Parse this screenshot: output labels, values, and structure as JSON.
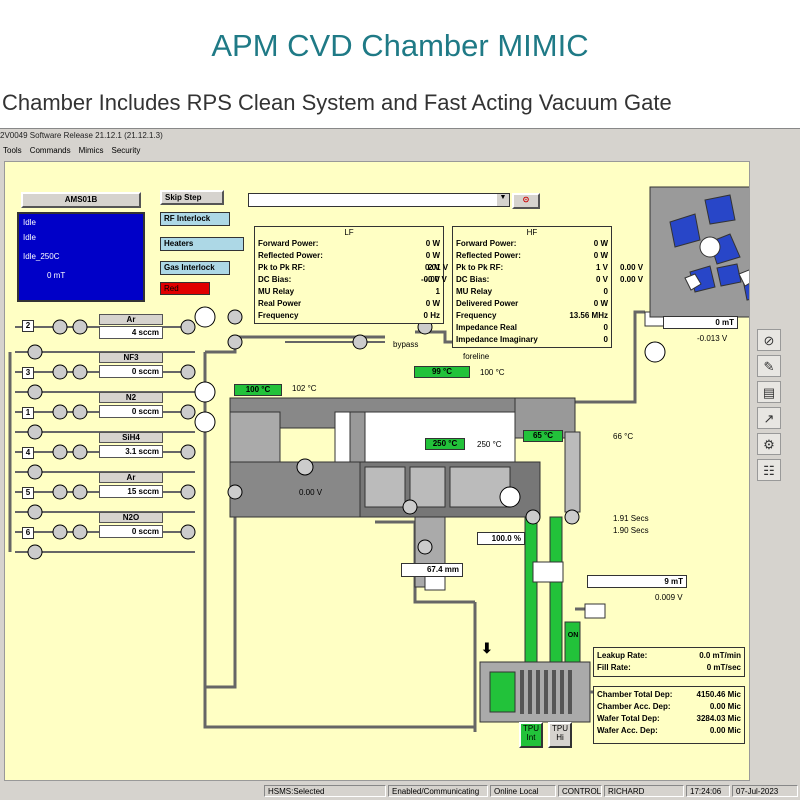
{
  "slide": {
    "title": "APM CVD Chamber MIMIC",
    "subtitle": "Chamber Includes RPS Clean System and Fast Acting Vacuum Gate"
  },
  "window": {
    "title": "2V0049  Software Release 21.12.1 (21.12.1.3)",
    "menu": [
      "Tools",
      "Commands",
      "Mimics",
      "Security"
    ]
  },
  "chamber_status": {
    "name": "AMS01B",
    "lines": [
      "Idle",
      "Idle",
      "Idle_250C",
      "0 mT"
    ],
    "color": "#0000c8"
  },
  "interlocks": {
    "skip_step": "Skip Step",
    "rf_interlock": "RF Interlock",
    "heaters": "Heaters",
    "gas_interlock": "Gas Interlock",
    "red": "Red"
  },
  "recipe_dropdown": {
    "value": ""
  },
  "lf_panel": {
    "title": "LF",
    "rows": [
      {
        "label": "Forward Power:",
        "value": "0 W",
        "extra": ""
      },
      {
        "label": "Reflected Power:",
        "value": "0 W",
        "extra": ""
      },
      {
        "label": "Pk to Pk RF:",
        "value": "2 V",
        "extra": "0.01 V"
      },
      {
        "label": "DC Bias:",
        "value": "-0 V",
        "extra": "-0.00 V"
      },
      {
        "label": "MU Relay",
        "value": "1",
        "extra": ""
      },
      {
        "label": "Real Power",
        "value": "0 W",
        "extra": ""
      },
      {
        "label": "Frequency",
        "value": "0 Hz",
        "extra": ""
      }
    ]
  },
  "hf_panel": {
    "title": "HF",
    "rows": [
      {
        "label": "Forward Power:",
        "value": "0 W",
        "extra": ""
      },
      {
        "label": "Reflected Power:",
        "value": "0 W",
        "extra": ""
      },
      {
        "label": "Pk to Pk RF:",
        "value": "1 V",
        "extra": "0.00 V"
      },
      {
        "label": "DC Bias:",
        "value": "0 V",
        "extra": "0.00 V"
      },
      {
        "label": "MU Relay",
        "value": "0",
        "extra": ""
      },
      {
        "label": "Delivered Power",
        "value": "0 W",
        "extra": ""
      },
      {
        "label": "Frequency",
        "value": "13.56 MHz",
        "extra": ""
      },
      {
        "label": "Impedance Real",
        "value": "0",
        "extra": ""
      },
      {
        "label": "Impedance Imaginary",
        "value": "0",
        "extra": ""
      }
    ]
  },
  "gases": [
    {
      "num": "2",
      "name": "Ar",
      "flow": "4 sccm"
    },
    {
      "num": "3",
      "name": "NF3",
      "flow": "0 sccm"
    },
    {
      "num": "1",
      "name": "N2",
      "flow": "0 sccm"
    },
    {
      "num": "4",
      "name": "SiH4",
      "flow": "3.1 sccm"
    },
    {
      "num": "5",
      "name": "Ar",
      "flow": "15 sccm"
    },
    {
      "num": "6",
      "name": "N2O",
      "flow": "0 sccm"
    }
  ],
  "labels": {
    "bypass": "bypass",
    "foreline": "foreline",
    "pressure_top": "0 mT",
    "voltage_top": "-0.013 V",
    "lid_temp_set": "99 °C",
    "lid_temp": "100 °C",
    "wall_temp_set": "100 °C",
    "wall_temp": "102 °C",
    "heater_temp_set": "250 °C",
    "heater_temp": "250 °C",
    "gate_temp_set": "65 °C",
    "gate_temp": "66 °C",
    "valve_voltage": "0.00 V",
    "time1": "1.91 Secs",
    "time2": "1.90 Secs",
    "throttle": "100.0 %",
    "position": "67.4 mm",
    "pressure_low": "9 mT",
    "voltage_low": "0.009 V",
    "on": "ON",
    "tpu_int": [
      "TPU",
      "Int"
    ],
    "tpu_hi": [
      "TPU",
      "Hi"
    ]
  },
  "leak": {
    "rows": [
      {
        "label": "Leakup Rate:",
        "value": "0.0 mT/min"
      },
      {
        "label": "Fill Rate:",
        "value": "0 mT/sec"
      }
    ]
  },
  "deposition": {
    "rows": [
      {
        "label": "Chamber Total Dep:",
        "value": "4150.46 Mic"
      },
      {
        "label": "Chamber Acc. Dep:",
        "value": "0.00 Mic"
      },
      {
        "label": "Wafer Total Dep:",
        "value": "3284.03 Mic"
      },
      {
        "label": "Wafer Acc. Dep:",
        "value": "0.00 Mic"
      }
    ]
  },
  "statusbar": {
    "hsms": "HSMS:Selected",
    "comm": "Enabled/Communicating",
    "online": "Online Local",
    "control": "CONTROL",
    "user": "RICHARD",
    "time": "17:24:06",
    "date": "07-Jul-2023"
  }
}
